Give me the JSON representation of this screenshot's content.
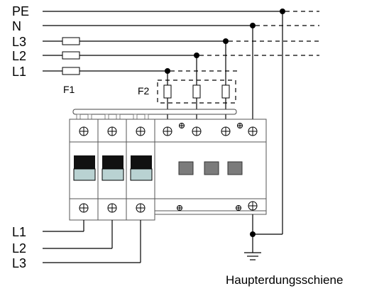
{
  "conductors_top": [
    {
      "label": "PE"
    },
    {
      "label": "N"
    },
    {
      "label": "L3"
    },
    {
      "label": "L2"
    },
    {
      "label": "L1"
    }
  ],
  "fuses": {
    "f1": "F1",
    "f2": "F2"
  },
  "conductors_bottom": [
    {
      "label": "L1"
    },
    {
      "label": "L2"
    },
    {
      "label": "L3"
    }
  ],
  "caption": "Haupterdungsschiene",
  "icons": [
    "screw-terminal-icon",
    "fuse-icon",
    "ground-icon",
    "junction-dot-icon"
  ]
}
